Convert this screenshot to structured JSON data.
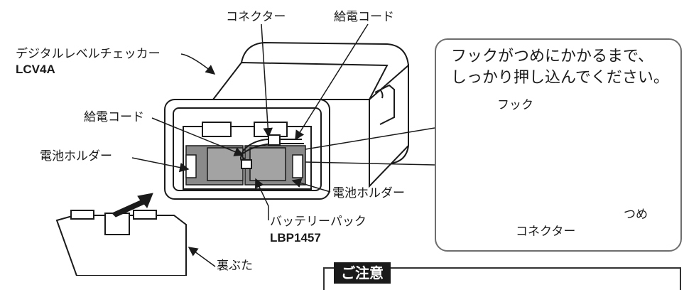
{
  "labels": {
    "connector_top": "コネクター",
    "power_cord_top": "給電コード",
    "product_name": "デジタルレベルチェッカー",
    "product_model": "LCV4A",
    "power_cord_left": "給電コード",
    "battery_holder_left": "電池ホルダー",
    "battery_holder_right": "電池ホルダー",
    "battery_pack": "バッテリーパック",
    "battery_pack_model": "LBP1457",
    "back_cover": "裏ぶた"
  },
  "callout": {
    "line1": "フックがつめにかかるまで、",
    "line2": "しっかり押し込んでください。",
    "hook": "フック",
    "connector": "コネクター",
    "latch": "つめ"
  },
  "caution": {
    "title": "ご注意"
  },
  "colors": {
    "line": "#1a1a1a",
    "gray_fill": "#8a8a8a",
    "light_fill": "#ffffff",
    "callout_border": "#6e6e6e"
  }
}
